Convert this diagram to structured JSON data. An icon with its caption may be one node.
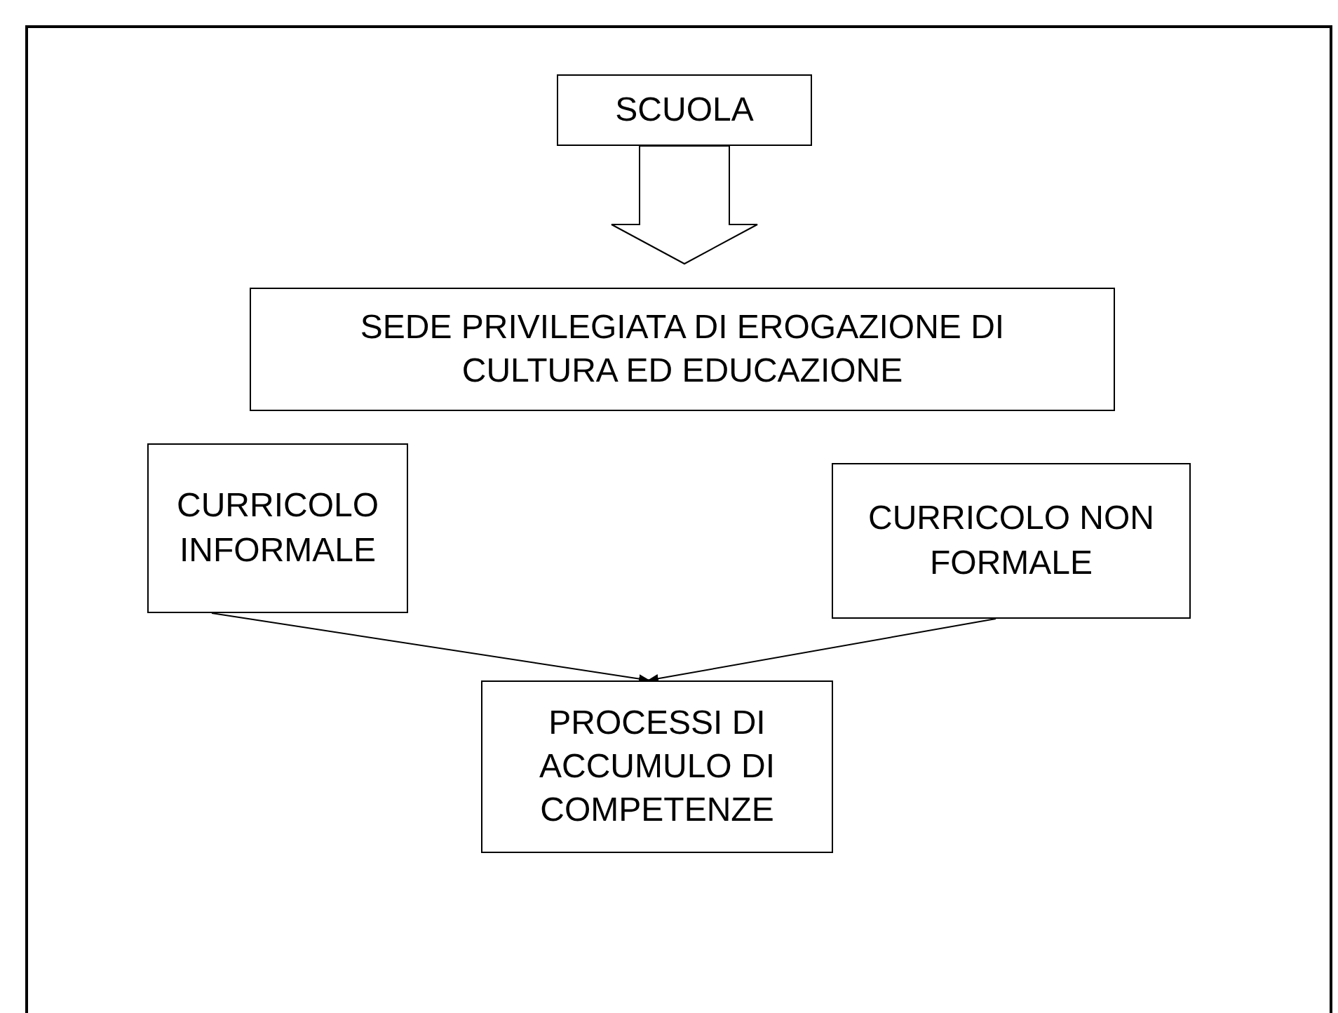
{
  "diagram": {
    "nodes": [
      {
        "text": [
          "SCUOLA"
        ]
      },
      {
        "text": [
          "SEDE PRIVILEGIATA DI EROGAZIONE DI CULTURA ED EDUCAZIONE"
        ]
      },
      {
        "text": [
          "CURRICOLO INFORMALE"
        ]
      },
      {
        "text": [
          "CURRICOLO NON FORMALE"
        ]
      },
      {
        "text": [
          "PROCESSI DI ACCUMULO DI COMPETENZE"
        ]
      }
    ],
    "edges": [
      {
        "from": 0,
        "to": 1,
        "arrow": "to",
        "style": "thick"
      },
      {
        "from": 2,
        "to": 4,
        "arrow": "to"
      },
      {
        "from": 3,
        "to": 4,
        "arrow": "to"
      }
    ]
  }
}
